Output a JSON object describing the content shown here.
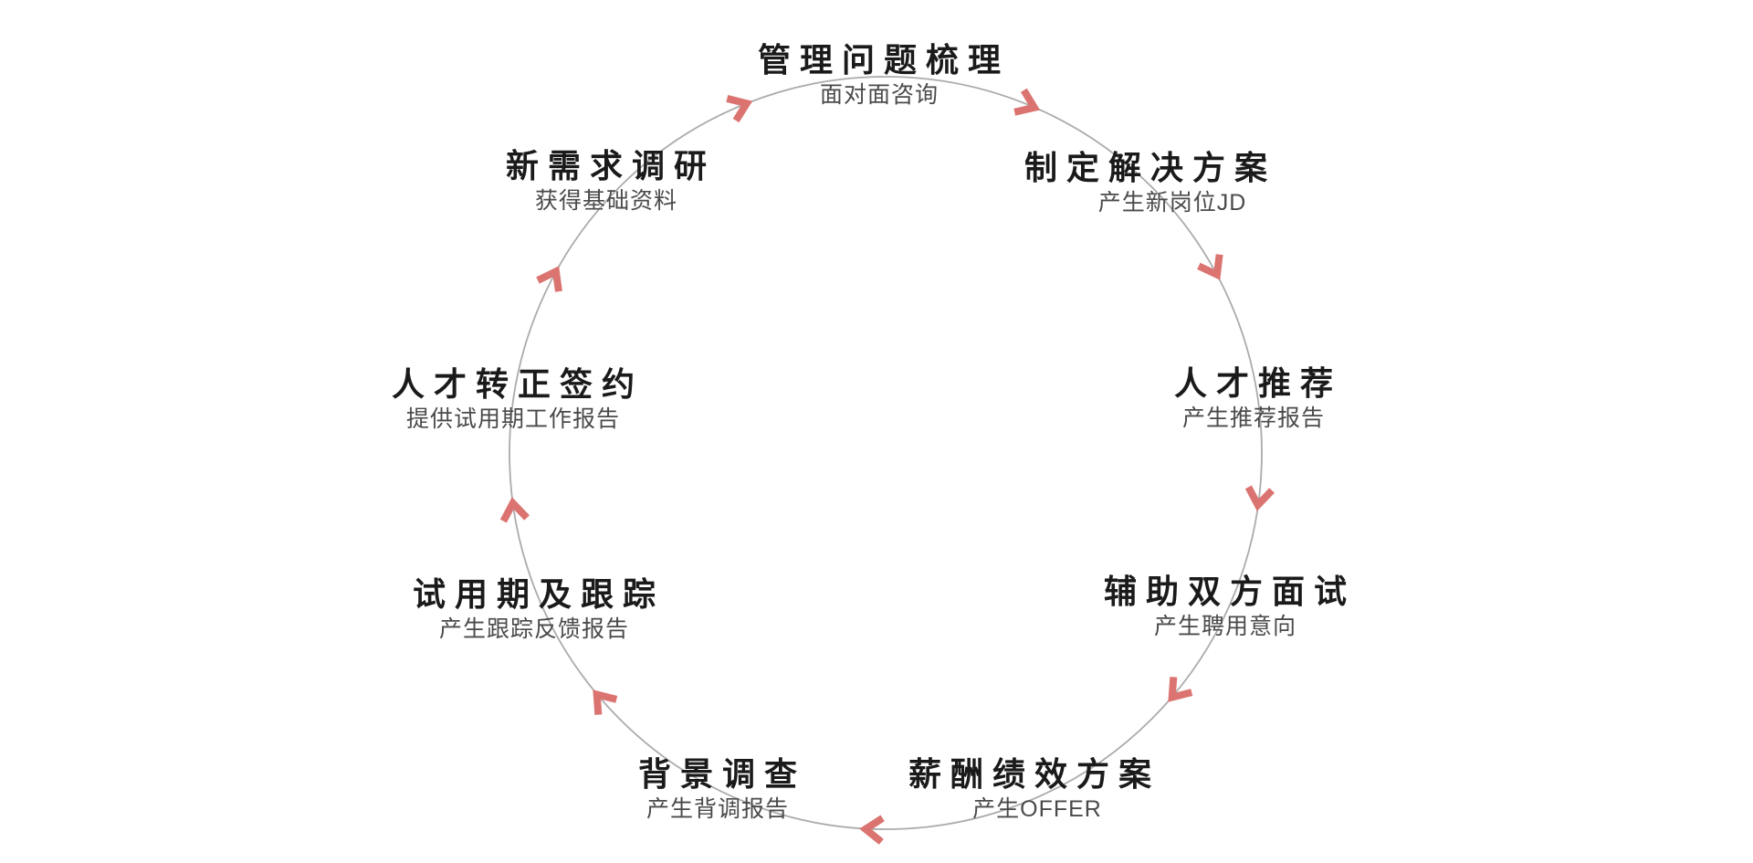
{
  "diagram": {
    "kind": "cycle-process",
    "direction": "clockwise",
    "stage_count": 9,
    "stages": [
      {
        "id": "management-issue-review",
        "title": "管理问题梳理",
        "subtitle": "面对面咨询",
        "position": "top"
      },
      {
        "id": "solution-design",
        "title": "制定解决方案",
        "subtitle": "产生新岗位JD",
        "position": "top-right"
      },
      {
        "id": "talent-recommendation",
        "title": "人才推荐",
        "subtitle": "产生推荐报告",
        "position": "right"
      },
      {
        "id": "interview-assist",
        "title": "辅助双方面试",
        "subtitle": "产生聘用意向",
        "position": "lower-right"
      },
      {
        "id": "compensation-plan",
        "title": "薪酬绩效方案",
        "subtitle": "产生OFFER",
        "position": "bottom-right"
      },
      {
        "id": "background-check",
        "title": "背景调查",
        "subtitle": "产生背调报告",
        "position": "bottom-left"
      },
      {
        "id": "probation-tracking",
        "title": "试用期及跟踪",
        "subtitle": "产生跟踪反馈报告",
        "position": "lower-left"
      },
      {
        "id": "conversion-signing",
        "title": "人才转正签约",
        "subtitle": "提供试用期工作报告",
        "position": "left"
      },
      {
        "id": "new-demand-research",
        "title": "新需求调研",
        "subtitle": "获得基础资料",
        "position": "top-left"
      }
    ],
    "colors": {
      "circle": "#ababab",
      "arrow": "#db7470",
      "title": "#1a1a1a",
      "subtitle": "#4a4a4a",
      "background": "#ffffff"
    },
    "icons": {
      "arrow": "clockwise-chevron"
    }
  }
}
